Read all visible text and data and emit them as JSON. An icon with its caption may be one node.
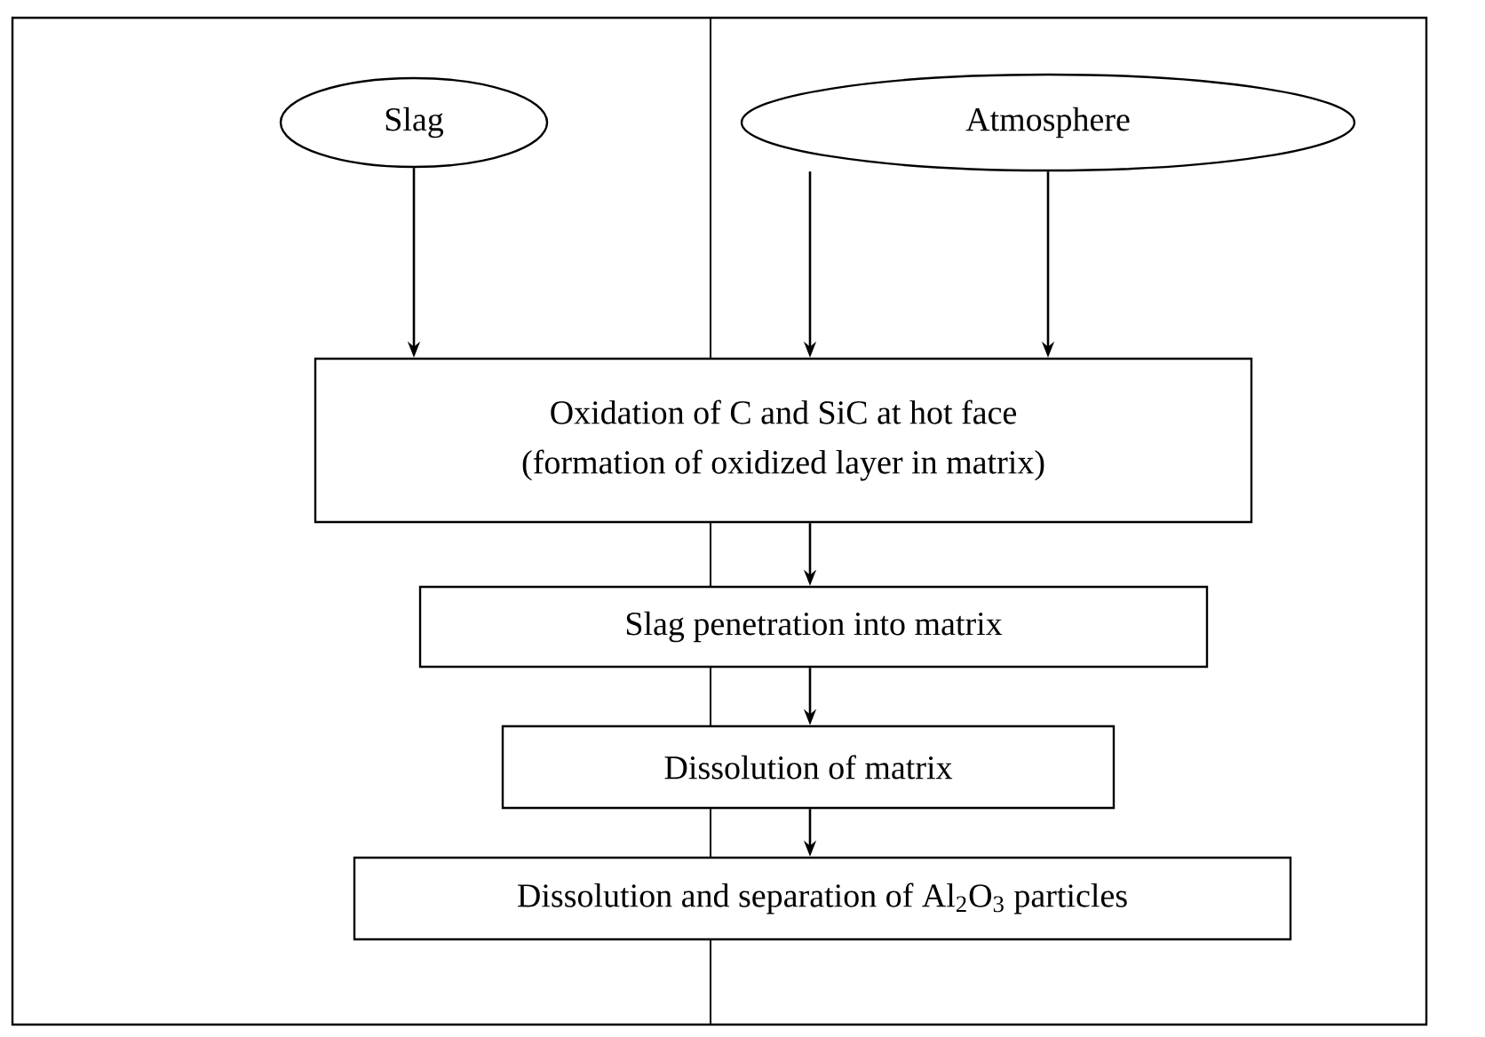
{
  "diagram": {
    "nodes": [
      {
        "text": [
          "Slag"
        ]
      },
      {
        "text": [
          "Atmosphere"
        ]
      },
      {
        "text": [
          "Oxidation of C and SiC at hot face",
          "(formation of oxidized layer in matrix)"
        ]
      },
      {
        "text": [
          "Slag penetration into matrix"
        ]
      },
      {
        "text": [
          "Dissolution of matrix"
        ]
      },
      {
        "text": [
          "Dissolution and separation of Al$_{2}$O$_{3}$ particles"
        ]
      }
    ],
    "edges": [
      {
        "from": 0,
        "to": 2,
        "arrow": "to"
      },
      {
        "from": 1,
        "to": 2,
        "arrow": "to"
      },
      {
        "from": 1,
        "to": 2,
        "arrow": "to"
      },
      {
        "from": 2,
        "to": 3,
        "arrow": "to"
      },
      {
        "from": 3,
        "to": 4,
        "arrow": "to"
      },
      {
        "from": 4,
        "to": 5,
        "arrow": "to"
      }
    ]
  }
}
